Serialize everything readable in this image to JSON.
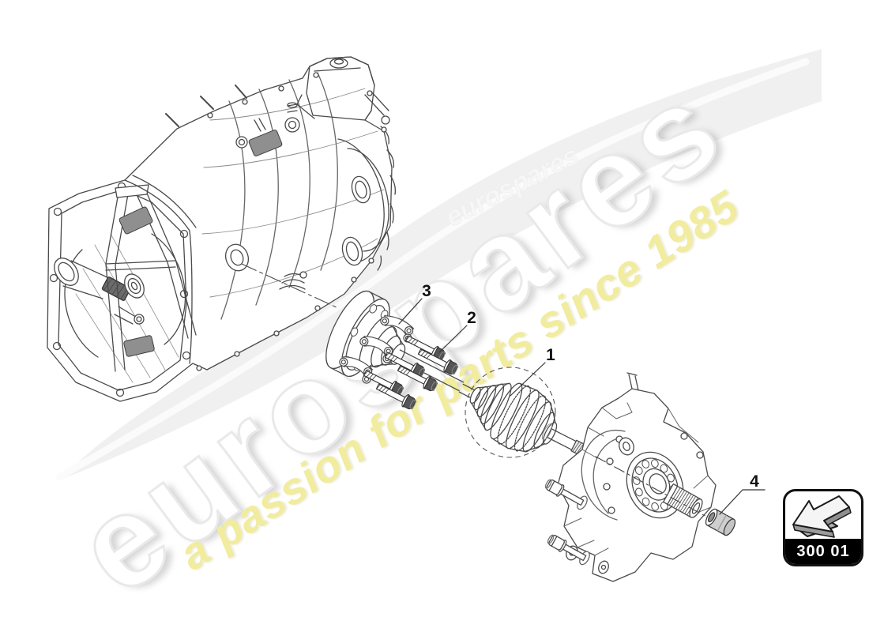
{
  "watermark": {
    "brand": "eurospares",
    "tagline": "a passion for parts since 1985",
    "ghost_text": "eurospares",
    "brand_color": "#ffffff",
    "brand_outline_color": "#e9e9e9",
    "tagline_color": "#f1ec9e",
    "swoosh_color": "#f0f0f0"
  },
  "callouts": [
    {
      "number": "1"
    },
    {
      "number": "2"
    },
    {
      "number": "3"
    },
    {
      "number": "4"
    }
  ],
  "section_box": {
    "code": "300 01",
    "icon": "removal-direction-arrow-icon",
    "bar_color": "#000000",
    "border_color": "#111111"
  },
  "drawing": {
    "line_color": "#4a4a4a",
    "patch_color": "#8f8f8f",
    "parts_shown": "gearbox, drive shaft with cv joints, bolts, lock plates, wheel hub carrier, nut"
  }
}
